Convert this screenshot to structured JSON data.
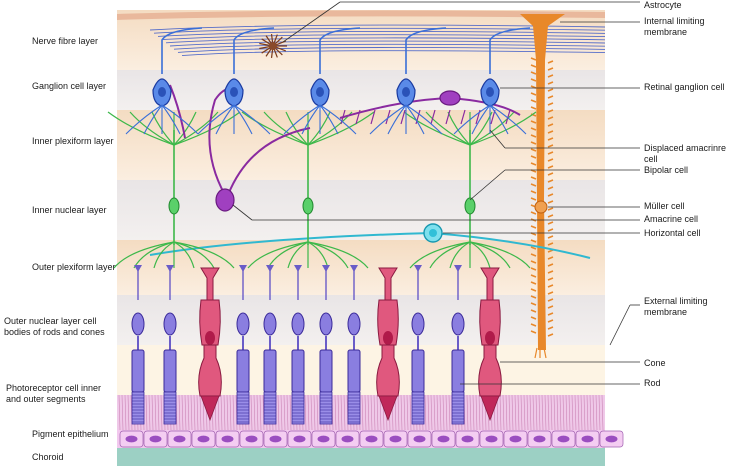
{
  "layers": [
    {
      "id": "nerve-fibre",
      "label": "Nerve fibre layer"
    },
    {
      "id": "ganglion",
      "label": "Ganglion cell layer"
    },
    {
      "id": "inner-plexiform",
      "label": "Inner plexiform layer"
    },
    {
      "id": "inner-nuclear",
      "label": "Inner nuclear layer"
    },
    {
      "id": "outer-plexiform",
      "label": "Outer plexiform layer"
    },
    {
      "id": "outer-nuclear",
      "label": "Outer nuclear layer cell bodies of rods and cones"
    },
    {
      "id": "photoreceptor",
      "label": "Photoreceptor cell inner and outer segments"
    },
    {
      "id": "pigment",
      "label": "Pigment epithelium"
    },
    {
      "id": "choroid",
      "label": "Choroid"
    }
  ],
  "callouts": [
    {
      "id": "astrocyte",
      "label": "Astrocyte"
    },
    {
      "id": "ilm",
      "label": "Internal limiting membrane"
    },
    {
      "id": "rgc",
      "label": "Retinal ganglion cell"
    },
    {
      "id": "displaced-amacrine",
      "label": "Displaced amacrinre cell"
    },
    {
      "id": "bipolar",
      "label": "Bipolar cell"
    },
    {
      "id": "muller",
      "label": "Müller cell"
    },
    {
      "id": "amacrine",
      "label": "Amacrine cell"
    },
    {
      "id": "horizontal",
      "label": "Horizontal cell"
    },
    {
      "id": "elm",
      "label": "External limiting membrane"
    },
    {
      "id": "cone",
      "label": "Cone"
    },
    {
      "id": "rod",
      "label": "Rod"
    }
  ],
  "colors": {
    "ganglion": "#3a6fd8",
    "amacrine": "#8a2aa0",
    "bipolar": "#3db84a",
    "horizontal": "#30b8d0",
    "rod": "#6a5cc8",
    "cone": "#c83c6c",
    "muller": "#e8882a",
    "pigment": "#c48ad0",
    "choroid": "#9cd0c4"
  }
}
